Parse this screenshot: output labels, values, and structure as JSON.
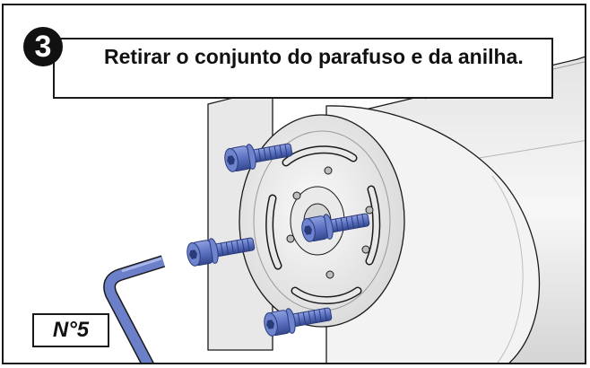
{
  "step": {
    "number": "3",
    "instruction": "Retirar o conjunto do parafuso e da anilha."
  },
  "tool": {
    "label": "N°5"
  },
  "colors": {
    "bolt": "#5c72c2",
    "bolt_dark": "#3a4f9e",
    "metal_light": "#f2f2f2",
    "metal_mid": "#cfcfcf",
    "outline": "#1a1a1a"
  },
  "icons": [
    "hex-key-icon",
    "socket-head-bolt-icon"
  ]
}
